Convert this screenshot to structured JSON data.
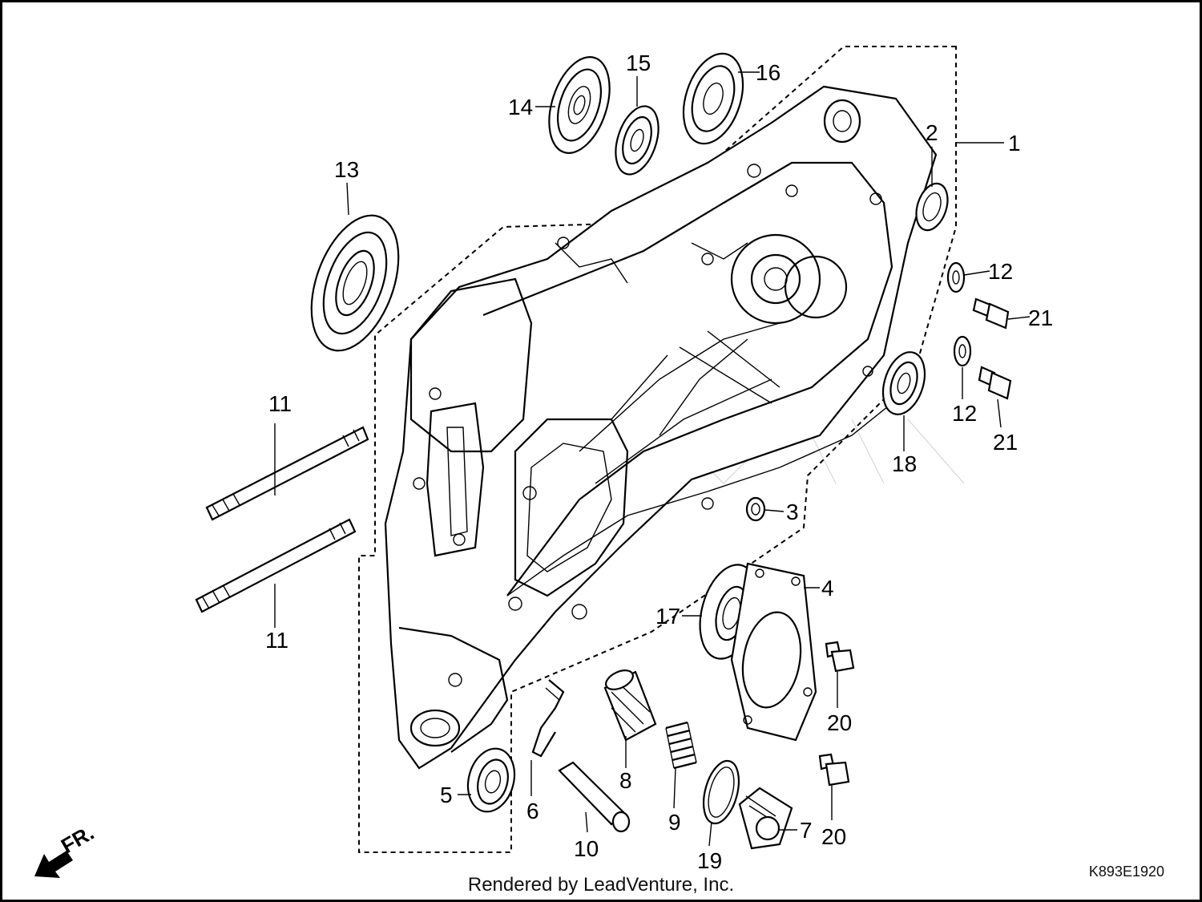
{
  "diagram": {
    "callouts": [
      "1",
      "2",
      "3",
      "4",
      "5",
      "6",
      "7",
      "8",
      "9",
      "10",
      "11",
      "11",
      "12",
      "12",
      "13",
      "14",
      "15",
      "16",
      "17",
      "18",
      "19",
      "20",
      "20",
      "21",
      "21"
    ],
    "footer_text": "Rendered by LeadVenture, Inc.",
    "diagram_code": "K893E1920",
    "direction_label": "FR."
  }
}
